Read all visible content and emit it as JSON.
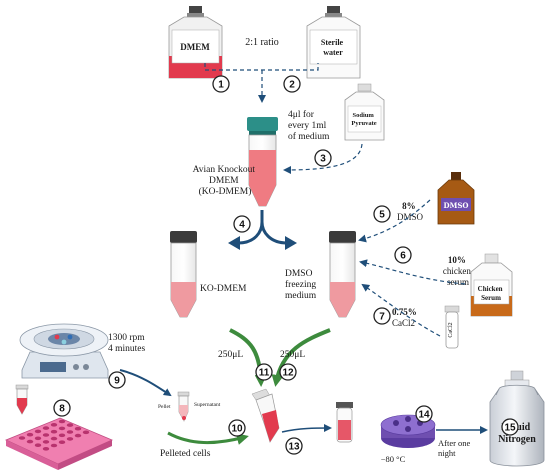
{
  "bottles": {
    "dmem": "DMEM",
    "sterile_water": "Sterile\nwater",
    "sodium_pyruvate": "Sodium\nPyruvate",
    "dmso": "DMSO",
    "chicken_serum": "Chicken\nSerum",
    "cacl2": "CaCl2"
  },
  "labels": {
    "ratio": "2:1 ratio",
    "per_ml": "4μl for\nevery 1ml\nof medium",
    "ko_dmem_full": "Avian Knockout\nDMEM\n(KO-DMEM)",
    "ko_dmem": "KO-DMEM",
    "freezing_medium": "DMSO\nfreezing\nmedium",
    "dmso_pct": "8%",
    "dmso_name": "DMSO",
    "serum_pct": "10%",
    "serum_name": "chicken\nserum",
    "cacl2_pct": "0.75%",
    "cacl2_name": "CaCl2",
    "centrifuge": "1300 rpm\n4 minutes",
    "vol_left": "250μL",
    "vol_right": "250μL",
    "pellet": "Pellet",
    "supernatant": "Supernatant",
    "pelleted_cells": "Pelleted cells",
    "temperature": "−80 °C",
    "after_night": "After one\nnight",
    "nitrogen": "Liquid\nNitrogen"
  },
  "steps": [
    "1",
    "2",
    "3",
    "4",
    "5",
    "6",
    "7",
    "8",
    "9",
    "10",
    "11",
    "12",
    "13",
    "14",
    "15"
  ],
  "colors": {
    "medium_red": "#e23a4e",
    "medium_pink": "#ef9aa0",
    "teal_cap": "#2c8f88",
    "dark_cap": "#3b3b3b",
    "arrow_blue": "#1f4e79",
    "arrow_green": "#3d8b3d",
    "amber": "#a65a14",
    "purple": "#6f4fb0"
  }
}
